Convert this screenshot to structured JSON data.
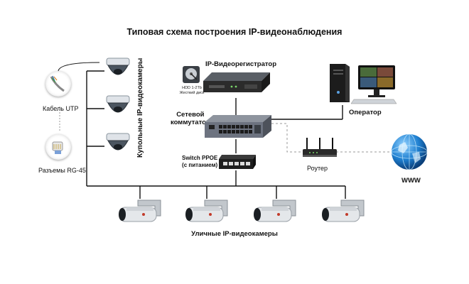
{
  "title": "Типовая схема построения IP-видеонаблюдения",
  "nodes": {
    "cable": {
      "label": "Кабель UTP",
      "icon": "utp-cable-icon"
    },
    "connector": {
      "label": "Разъемы RG-45",
      "icon": "rj45-connector-icon"
    },
    "dome_cameras": {
      "label": "Купольные IP-видеокамеры",
      "count": 3
    },
    "hdd": {
      "line1": "HDD 1-2Tb",
      "line2": "Жесткий диск"
    },
    "nvr": {
      "label": "IP-Видеорегистратор"
    },
    "switch": {
      "line1": "Сетевой",
      "line2": "коммутатор"
    },
    "poe_switch": {
      "line1": "Switch PPOE",
      "line2": "(с питанием)"
    },
    "operator": {
      "label": "Оператор"
    },
    "router": {
      "label": "Роутер"
    },
    "internet": {
      "label": "WWW"
    },
    "street_cameras": {
      "label": "Уличные IP-видеокамеры",
      "count": 4
    }
  },
  "colors": {
    "line": "#111111",
    "dashed": "#999999",
    "device_dark": "#2b2b2b",
    "switch_grey": "#6d7380",
    "globe": "#1e7fd0"
  }
}
